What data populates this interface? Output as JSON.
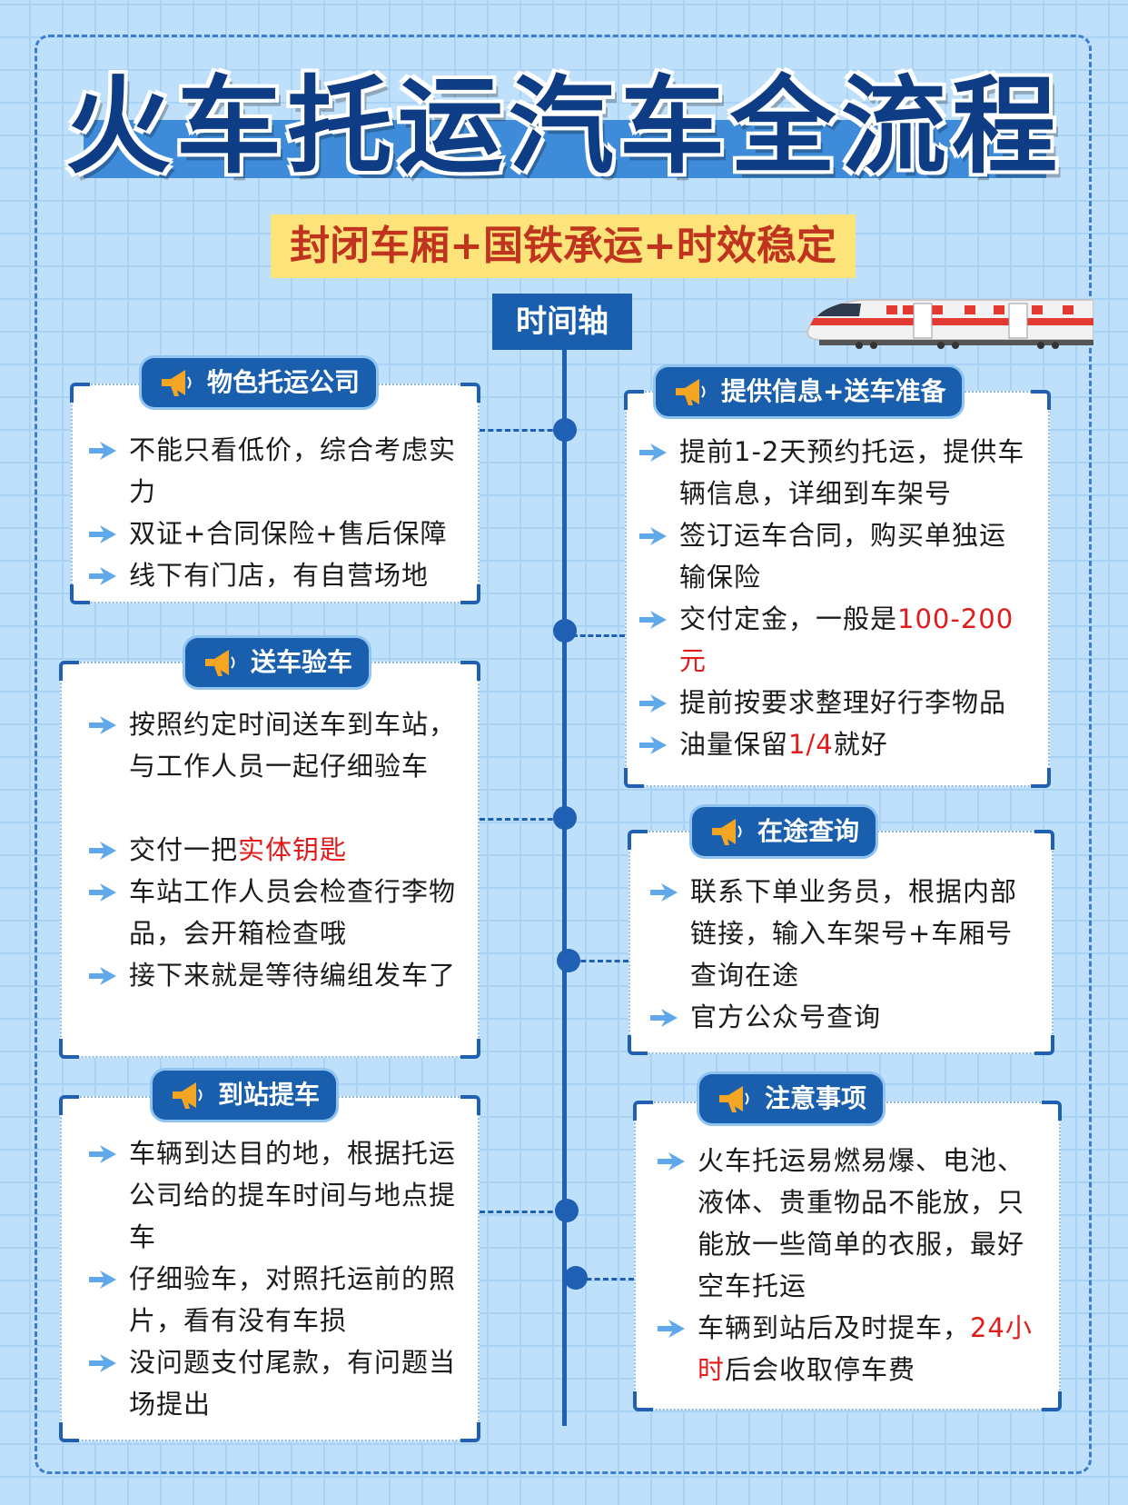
{
  "title": "火车托运汽车全流程",
  "subtitle": "封闭车厢+国铁承运+时效稳定",
  "timeline_label": "时间轴",
  "steps": [
    {
      "title": "物色托运公司",
      "items": [
        "不能只看低价，综合考虑实力",
        "双证+合同保险+售后保障",
        "线下有门店，有自营场地"
      ]
    },
    {
      "title": "提供信息+送车准备",
      "items": [
        "提前1-2天预约托运，提供车辆信息，详细到车架号",
        "签订运车合同，购买单独运输保险",
        "交付定金，一般是",
        "100-200元",
        "提前按要求整理好行李物品",
        "油量保留",
        "1/4",
        "就好"
      ]
    },
    {
      "title": "送车验车",
      "items": [
        "按照约定时间送车到车站，与工作人员一起仔细验车",
        "交付一把",
        "实体钥匙",
        "车站工作人员会检查行李物品，会开箱检查哦",
        "接下来就是等待编组发车了"
      ]
    },
    {
      "title": "在途查询",
      "items": [
        "联系下单业务员，根据内部链接，输入车架号+车厢号查询在途",
        "官方公众号查询"
      ]
    },
    {
      "title": "到站提车",
      "items": [
        "车辆到达目的地，根据托运公司给的提车时间与地点提车",
        "仔细验车，对照托运前的照片，看有没有车损",
        "没问题支付尾款，有问题当场提出"
      ]
    },
    {
      "title": "注意事项",
      "items": [
        "火车托运易燃易爆、电池、液体、贵重物品不能放，只能放一些简单的衣服，最好空车托运",
        "车辆到站后及时提车，",
        "24小时",
        "后会收取停车费"
      ]
    }
  ],
  "colors": {
    "accent": "#1a5fad",
    "highlight": "#e21b1b",
    "subtitle_bg": "#fde47a"
  }
}
